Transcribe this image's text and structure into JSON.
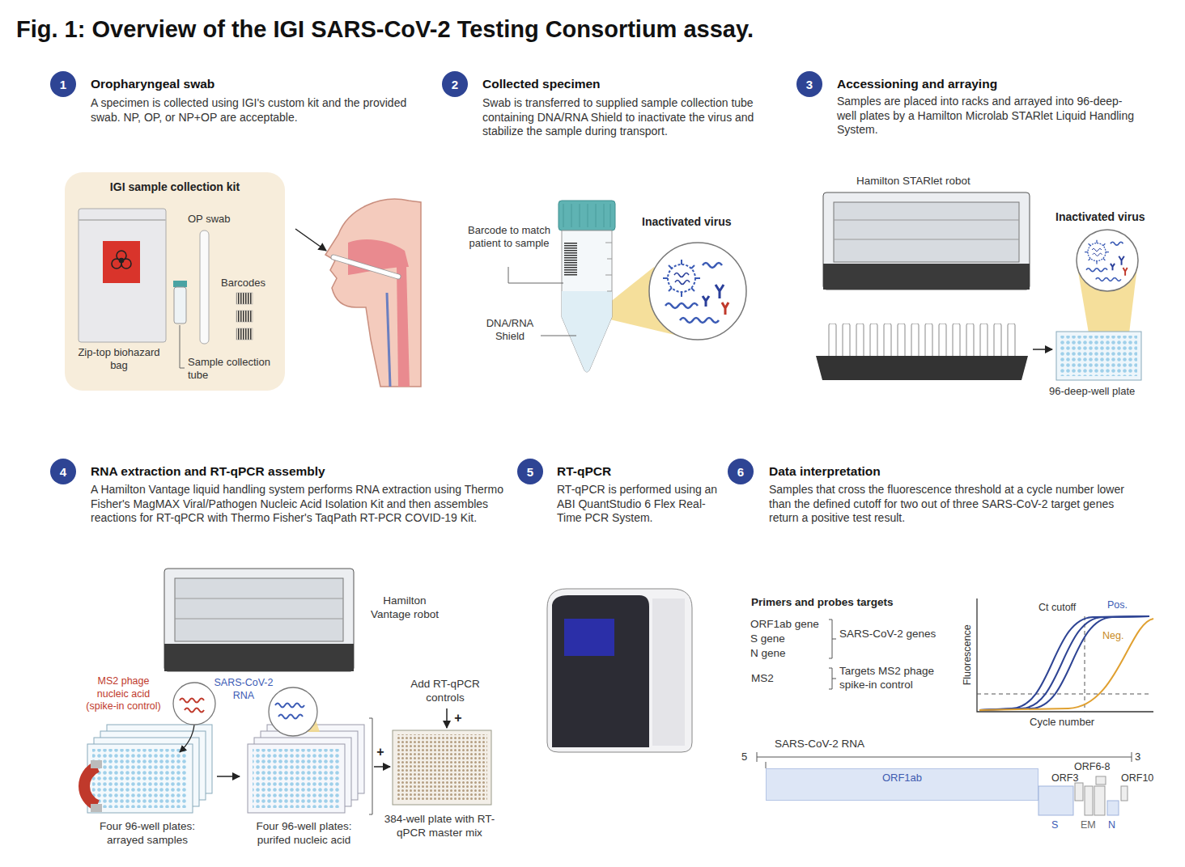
{
  "diagram": {
    "title": "Fig. 1: Overview of the IGI SARS-CoV-2 Testing Consortium assay.",
    "nodes": [
      {
        "text": [
          "1"
        ]
      },
      {
        "text": [
          "IGI sample collection kit"
        ]
      },
      {
        "text": [
          "2"
        ]
      },
      {
        "text": [
          "3"
        ]
      },
      {
        "text": [
          "4"
        ]
      },
      {
        "text": [
          "5"
        ]
      },
      {
        "text": [
          "6"
        ]
      },
      {
        "text": [
          "ORF1ab"
        ]
      }
    ],
    "labels": [
      "Oropharyngeal swab",
      "A specimen is collected using IGI's custom kit and the provided swab. NP, OP, or NP+OP are acceptable.",
      "OP swab",
      "Barcodes",
      "Zip-top biohazard bag",
      "Sample collection tube",
      "Collected specimen",
      "Swab is transferred to supplied sample collection tube containing DNA/RNA Shield to inactivate the virus and stabilize the sample during transport.",
      "Barcode to match patient to sample",
      "DNA/RNA Shield",
      "Inactivated virus",
      "Accessioning and arraying",
      "Samples are placed into racks and arrayed into 96-deep-well plates by a Hamilton Microlab STARlet Liquid Handling System.",
      "Hamilton STARlet robot",
      "Inactivated virus",
      "96-deep-well plate",
      "RNA extraction and RT-qPCR assembly",
      "A Hamilton Vantage liquid handling system performs RNA extraction using Thermo Fisher's MagMAX Viral/Pathogen Nucleic Acid Isolation Kit and then assembles reactions for RT-qPCR with Thermo Fisher's TaqPath RT-PCR COVID-19 Kit.",
      "Hamilton Vantage robot",
      "MS2 phage nucleic acid (spike-in control)",
      "SARS-CoV-2 RNA",
      "Add RT-qPCR controls",
      "+",
      "+",
      "Four 96-well plates: arrayed samples",
      "Four 96-well plates: purifed nucleic acid",
      "384-well plate with RT-qPCR master mix",
      "RT-qPCR",
      "RT-qPCR is performed using an ABI QuantStudio 6 Flex Real-Time PCR System.",
      "Data interpretation",
      "Samples that cross the fluorescence threshold at a cycle number lower than the defined cutoff for two out of three SARS-CoV-2 target genes return a positive test result.",
      "Primers and probes targets",
      "ORF1ab gene",
      "S gene",
      "N gene",
      "SARS-CoV-2 genes",
      "MS2",
      "Targets MS2 phage spike-in control",
      "Ct cutoff",
      "Pos.",
      "Neg.",
      "Fluorescence",
      "Cycle number",
      "SARS-CoV-2 RNA",
      "5",
      "3",
      "ORF3",
      "ORF6-8",
      "ORF10",
      "S",
      "EM",
      "N"
    ]
  }
}
